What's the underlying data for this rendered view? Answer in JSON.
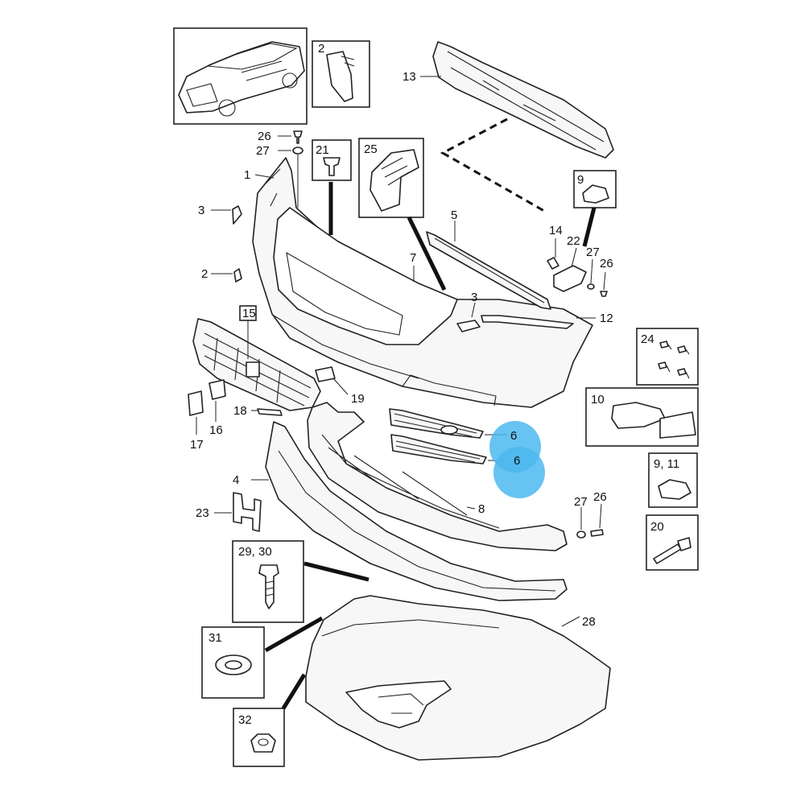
{
  "callouts": {
    "c1": "1",
    "c2a": "2",
    "c2b": "2",
    "c3a": "3",
    "c3b": "3",
    "c4": "4",
    "c5": "5",
    "c6a": "6",
    "c6b": "6",
    "c7": "7",
    "c8": "8",
    "c9": "9",
    "c911": "9, 11",
    "c10": "10",
    "c12": "12",
    "c13": "13",
    "c14": "14",
    "c15": "15",
    "c16": "16",
    "c17": "17",
    "c18": "18",
    "c19": "19",
    "c20": "20",
    "c21": "21",
    "c22": "22",
    "c23": "23",
    "c24": "24",
    "c25": "25",
    "c26a": "26",
    "c26b": "26",
    "c26c": "26",
    "c27a": "27",
    "c27b": "27",
    "c27c": "27",
    "c28": "28",
    "c2930": "29, 30",
    "c31": "31",
    "c32": "32"
  },
  "highlight": {
    "color": "#4cb8ee"
  }
}
